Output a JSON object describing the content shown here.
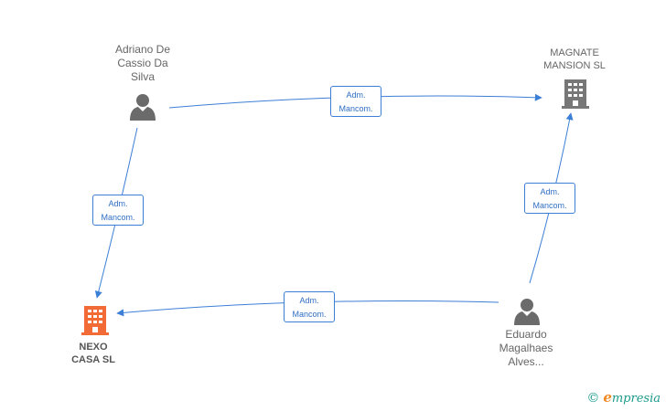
{
  "nodes": {
    "adriano": {
      "label": "Adriano De\nCassio Da\nSilva",
      "kind": "person"
    },
    "magnate": {
      "label": "MAGNATE\nMANSION  SL",
      "kind": "company"
    },
    "nexo": {
      "label": "NEXO\nCASA  SL",
      "kind": "company",
      "highlight": true
    },
    "eduardo": {
      "label": "Eduardo\nMagalhaes\nAlves...",
      "kind": "person"
    }
  },
  "edges": [
    {
      "from": "adriano",
      "to": "magnate",
      "line1": "Adm.",
      "line2": "Mancom."
    },
    {
      "from": "adriano",
      "to": "nexo",
      "line1": "Adm.",
      "line2": "Mancom."
    },
    {
      "from": "eduardo",
      "to": "magnate",
      "line1": "Adm.",
      "line2": "Mancom."
    },
    {
      "from": "eduardo",
      "to": "nexo",
      "line1": "Adm.",
      "line2": "Mancom."
    }
  ],
  "colors": {
    "edge": "#3c7fd6",
    "person_icon": "#6b6b6b",
    "company_icon": "#777777",
    "highlight_icon": "#f26b36"
  },
  "icons": {
    "person": "person-icon",
    "company": "building-icon"
  },
  "watermark": {
    "symbol": "©",
    "brand_first": "e",
    "brand_rest": "mpresia"
  }
}
